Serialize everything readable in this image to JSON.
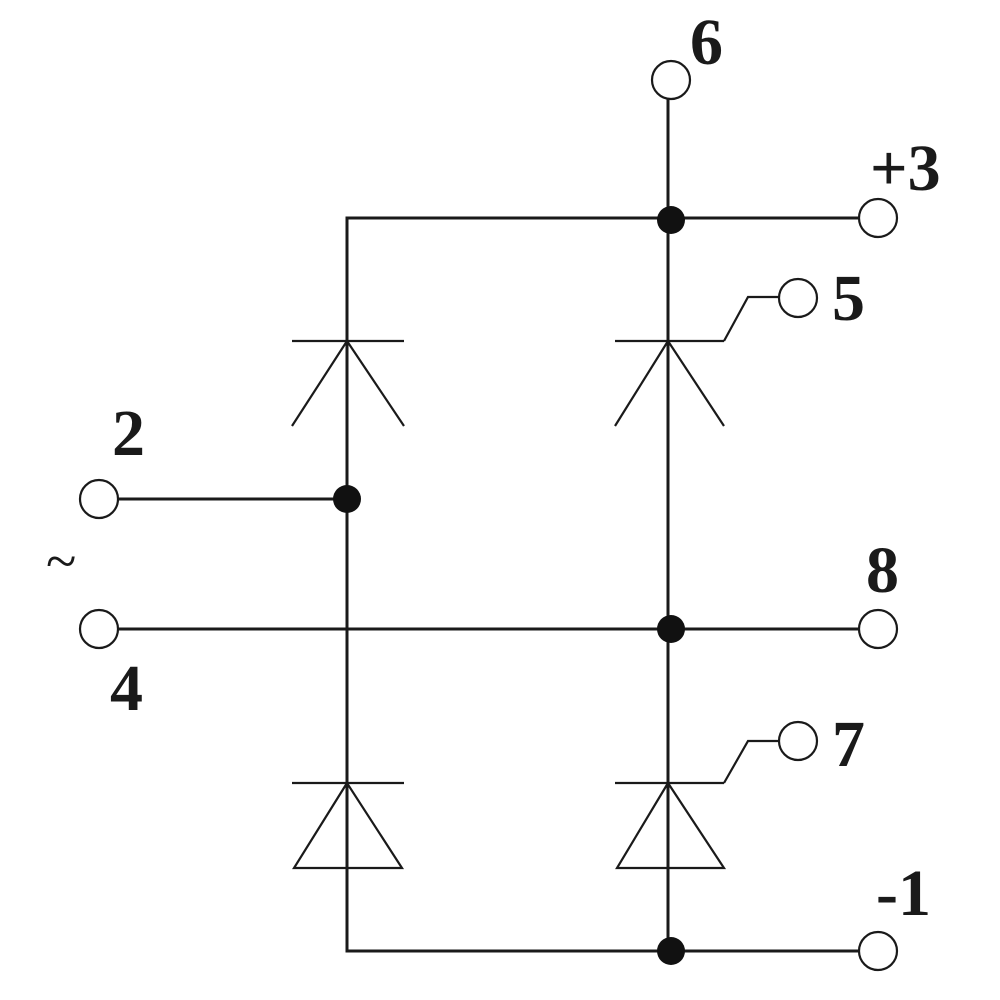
{
  "terminals": {
    "t2": "2",
    "t4": "4",
    "t6": "6",
    "t3": "+3",
    "t5": "5",
    "t8": "8",
    "t7": "7",
    "t1": "-1"
  },
  "ac_symbol": "~"
}
